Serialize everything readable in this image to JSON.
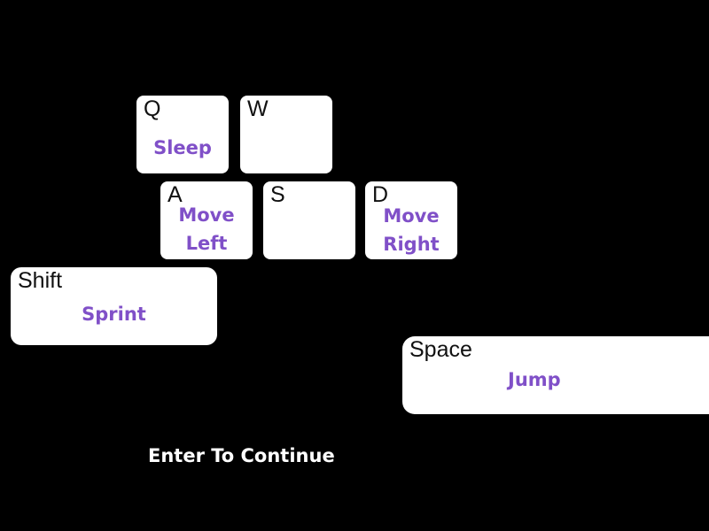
{
  "keys": {
    "q": {
      "letter": "Q",
      "action": "Sleep"
    },
    "w": {
      "letter": "W",
      "action": ""
    },
    "a": {
      "letter": "A",
      "action_line1": "Move",
      "action_line2": "Left"
    },
    "s": {
      "letter": "S",
      "action": ""
    },
    "d": {
      "letter": "D",
      "action_line1": "Move",
      "action_line2": "Right"
    },
    "shift": {
      "letter": "Shift",
      "action": "Sprint"
    },
    "space": {
      "letter": "Space",
      "action": "Jump"
    }
  },
  "prompt": "Enter To Continue",
  "colors": {
    "background": "#000000",
    "key_face": "#ffffff",
    "action_text": "#8050c8",
    "key_letter": "#111111",
    "prompt_text": "#ffffff"
  }
}
